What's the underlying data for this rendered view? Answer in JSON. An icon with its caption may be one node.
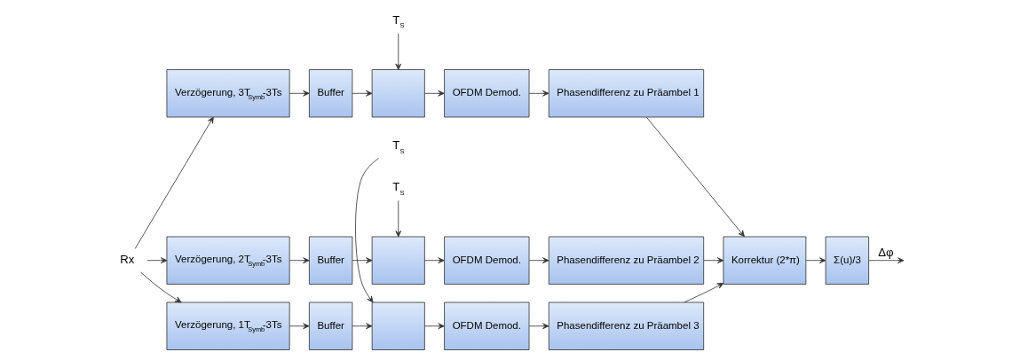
{
  "diagram": {
    "nodes": [
      {
        "text": [
          "Rx"
        ]
      },
      {
        "text": [
          "T$_{S}$"
        ]
      },
      {
        "text": [
          "Verzögerung, 3T$_{Symb}$-3Ts"
        ]
      },
      {
        "text": [
          "Buffer"
        ]
      },
      {
        "text": [],
        "shape": "box"
      },
      {
        "text": [
          "OFDM Demod."
        ]
      },
      {
        "text": [
          "Phasendifferenz zu Präambel 1"
        ]
      },
      {
        "text": [
          "T$_{S}$"
        ]
      },
      {
        "text": [
          "Verzögerung, 2T$_{Symb}$-3Ts"
        ]
      },
      {
        "text": [
          "Buffer"
        ]
      },
      {
        "text": [],
        "shape": "box"
      },
      {
        "text": [
          "OFDM Demod."
        ]
      },
      {
        "text": [
          "Phasendifferenz zu Präambel 2"
        ]
      },
      {
        "text": [
          "Korrektur (2*π)"
        ]
      },
      {
        "text": [
          "Σ(u)/3"
        ]
      },
      {
        "text": [
          "T$_{S}$"
        ]
      },
      {
        "text": [
          "Verzögerung, 1T$_{Symb}$-3Ts"
        ]
      },
      {
        "text": [
          "Buffer"
        ]
      },
      {
        "text": [],
        "shape": "box"
      },
      {
        "text": [
          "OFDM Demod."
        ]
      },
      {
        "text": [
          "Phasendifferenz zu Präambel 3"
        ]
      }
    ],
    "edges": [
      {
        "from": 0,
        "to": 2,
        "arrow": "to"
      },
      {
        "from": 0,
        "to": 8,
        "arrow": "to"
      },
      {
        "from": 0,
        "to": 16,
        "arrow": "to"
      },
      {
        "from": 2,
        "to": 3,
        "arrow": "to"
      },
      {
        "from": 3,
        "to": 4,
        "arrow": "to"
      },
      {
        "from": 1,
        "to": 4,
        "arrow": "to"
      },
      {
        "from": 4,
        "to": 5,
        "arrow": "to"
      },
      {
        "from": 5,
        "to": 6,
        "arrow": "to"
      },
      {
        "from": 8,
        "to": 9,
        "arrow": "to"
      },
      {
        "from": 9,
        "to": 10,
        "arrow": "to"
      },
      {
        "from": 7,
        "to": 10,
        "arrow": "to"
      },
      {
        "from": 10,
        "to": 11,
        "arrow": "to"
      },
      {
        "from": 11,
        "to": 12,
        "arrow": "to"
      },
      {
        "from": 16,
        "to": 17,
        "arrow": "to"
      },
      {
        "from": 17,
        "to": 18,
        "arrow": "to"
      },
      {
        "from": 15,
        "to": 18,
        "arrow": "to"
      },
      {
        "from": 18,
        "to": 19,
        "arrow": "to"
      },
      {
        "from": 19,
        "to": 20,
        "arrow": "to"
      },
      {
        "from": 6,
        "to": 13,
        "arrow": "to"
      },
      {
        "from": 12,
        "to": 13,
        "arrow": "to"
      },
      {
        "from": 20,
        "to": 13,
        "arrow": "to"
      },
      {
        "from": 13,
        "to": 14,
        "arrow": "to"
      },
      {
        "from": 14,
        "to": null,
        "arrow": "to",
        "label": "Δφ"
      }
    ]
  }
}
